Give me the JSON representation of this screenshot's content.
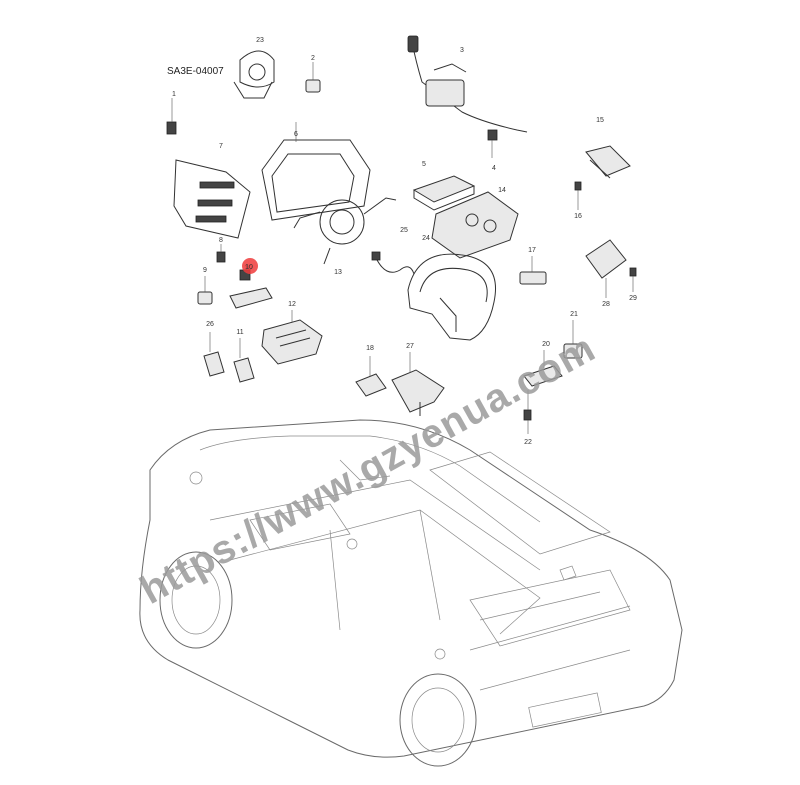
{
  "diagram": {
    "code": "SA3E-04007",
    "watermark": "https://www.gzyenua.com",
    "highlight_color": "#ef3b3b",
    "callouts": [
      "1",
      "2",
      "3",
      "4",
      "5",
      "6",
      "7",
      "8",
      "9",
      "10",
      "11",
      "12",
      "13",
      "14",
      "15",
      "16",
      "17",
      "20",
      "21",
      "22",
      "23",
      "24",
      "25",
      "26",
      "27",
      "28",
      "29"
    ],
    "highlighted": "10"
  }
}
